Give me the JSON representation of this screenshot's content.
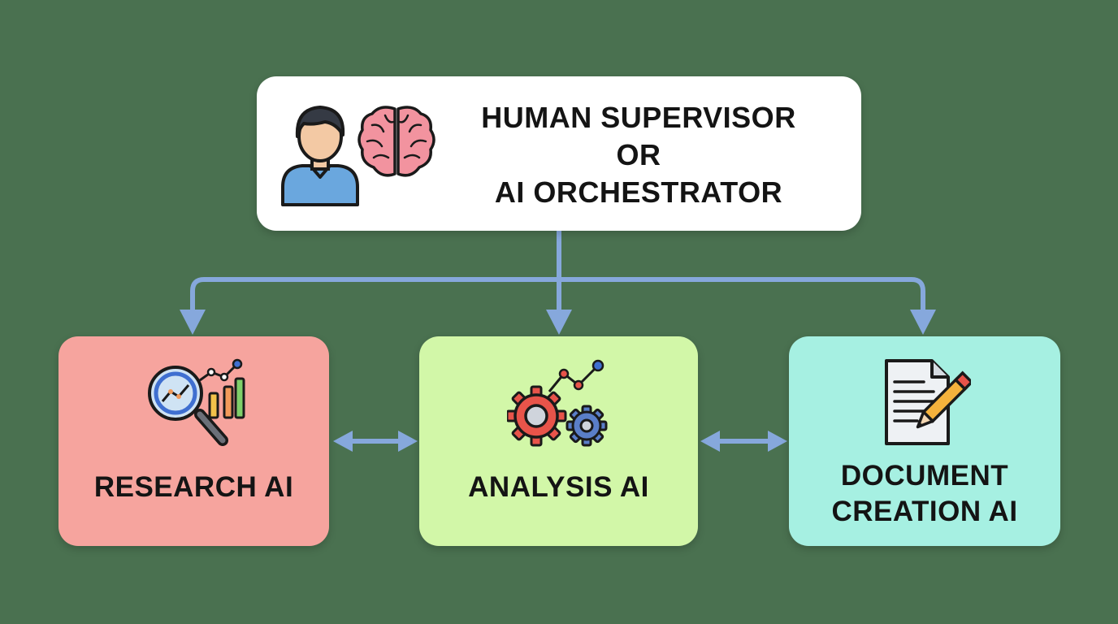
{
  "diagram": {
    "top": {
      "line1": "HUMAN SUPERVISOR",
      "line2": "OR",
      "line3": "AI ORCHESTRATOR",
      "icons": [
        "person-icon",
        "brain-icon"
      ]
    },
    "agents": [
      {
        "id": "research",
        "label": "RESEARCH AI",
        "icon": "magnifier-chart-icon"
      },
      {
        "id": "analysis",
        "label": "ANALYSIS AI",
        "icon": "gears-chart-icon"
      },
      {
        "id": "document",
        "label_line1": "DOCUMENT",
        "label_line2": "CREATION AI",
        "icon": "document-pencil-icon"
      }
    ],
    "colors": {
      "background": "#4a7150",
      "arrow": "#86a8dc",
      "research": "#f6a49e",
      "analysis": "#d2f7a8",
      "document": "#a6f0e2",
      "top": "#ffffff"
    }
  }
}
